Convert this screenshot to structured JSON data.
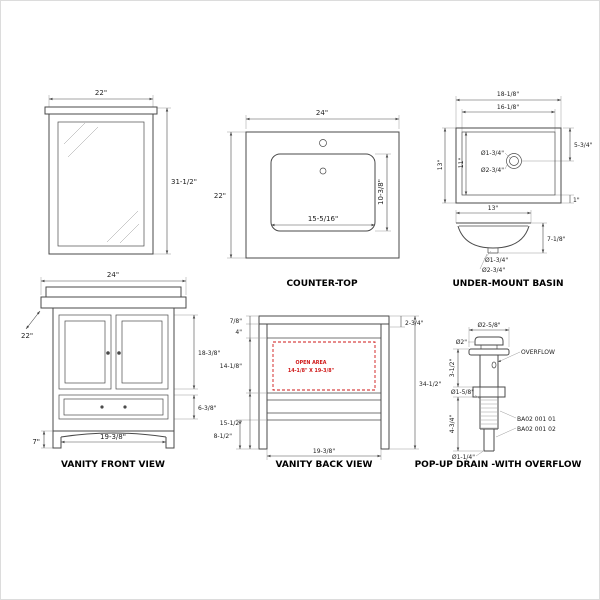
{
  "colors": {
    "line": "#4a4a4a",
    "open_area_red": "#cf1717",
    "background": "#ffffff"
  },
  "mirror": {
    "width": "22\"",
    "height": "31-1/2\""
  },
  "countertop": {
    "title": "COUNTER-TOP",
    "width": "24\"",
    "depth": "22\"",
    "cutout_width": "15-5/16\"",
    "cutout_depth": "10-3/8\""
  },
  "basin": {
    "title": "UNDER-MOUNT BASIN",
    "top": {
      "outer_width": "18-1/8\"",
      "inner_width": "16-1/8\"",
      "outer_depth": "13\"",
      "inner_depth": "11\"",
      "offset_right": "5-3/4\"",
      "rim": "1\"",
      "hole_small": "Ø1-3/4\"",
      "hole_large": "Ø2-3/4\""
    },
    "side": {
      "width": "13\"",
      "height": "7-1/8\"",
      "hole_small": "Ø1-3/4\"",
      "hole_large": "Ø2-3/4\""
    }
  },
  "vanity_front": {
    "title": "VANITY FRONT VIEW",
    "width": "24\"",
    "depth": "22\"",
    "base_width": "19-3/8\"",
    "leg_height": "7\"",
    "door_height": "18-3/8\"",
    "drawer_height": "6-3/8\""
  },
  "vanity_back": {
    "title": "VANITY BACK VIEW",
    "top_thickness": "7/8\"",
    "apron_height": "4\"",
    "open_height": "14-1/8\"",
    "lower_height": "15-1/2\"",
    "shelf_height": "8-1/2\"",
    "top_right": "2-3/4\"",
    "total_height": "34-1/2\"",
    "base_width": "19-3/8\"",
    "open_area_line1": "OPEN AREA",
    "open_area_line2": "14-1/8\" X 19-3/8\""
  },
  "drain": {
    "title": "POP-UP DRAIN -WITH OVERFLOW",
    "flange_dia": "Ø2-5/8\"",
    "cap_dia": "Ø2\"",
    "overflow": "OVERFLOW",
    "upper_height": "3-1/2\"",
    "lower_height": "4-3/4\"",
    "thread_dia": "Ø1-5/8\"",
    "tail_dia": "Ø1-1/4\"",
    "part_no_1": "BA02 001 01",
    "part_no_2": "BA02 001 02"
  }
}
